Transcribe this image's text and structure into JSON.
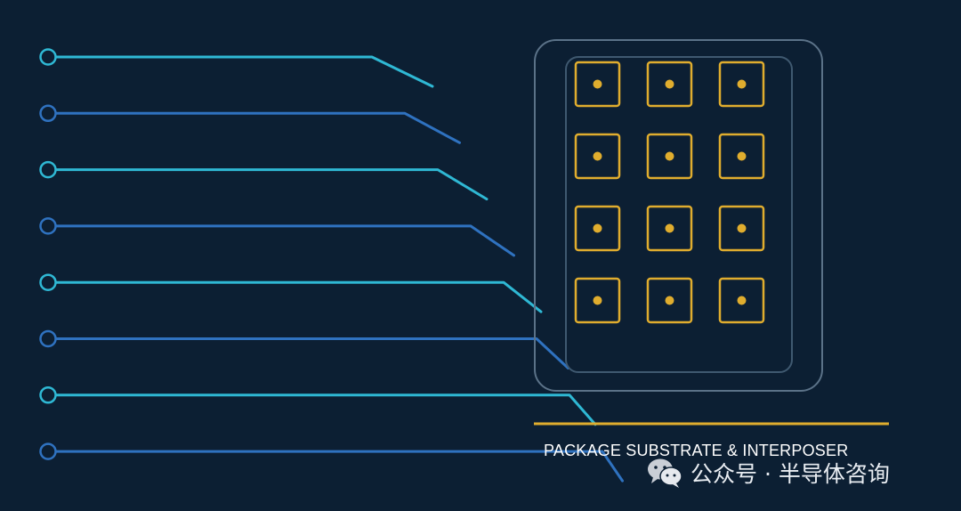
{
  "substrate_label": "PACKAGE SUBSTRATE & INTERPOSER",
  "watermark": {
    "icon": "wechat-icon",
    "text": "公众号 · 半导体咨询"
  },
  "colors": {
    "background": "#0c1f33",
    "trace_cyan": "#2fb8d4",
    "trace_blue": "#2f72c0",
    "pad": "#e0ad2e",
    "package_outline": "#5b7288",
    "substrate_line": "#e0ad2e"
  },
  "signal_traces": [
    {
      "id": "trace-1",
      "color": "cyan"
    },
    {
      "id": "trace-2",
      "color": "blue"
    },
    {
      "id": "trace-3",
      "color": "cyan"
    },
    {
      "id": "trace-4",
      "color": "blue"
    },
    {
      "id": "trace-5",
      "color": "cyan"
    },
    {
      "id": "trace-6",
      "color": "blue"
    },
    {
      "id": "trace-7",
      "color": "cyan"
    },
    {
      "id": "trace-8",
      "color": "blue"
    }
  ],
  "pad_grid": {
    "rows": 4,
    "cols": 3
  }
}
